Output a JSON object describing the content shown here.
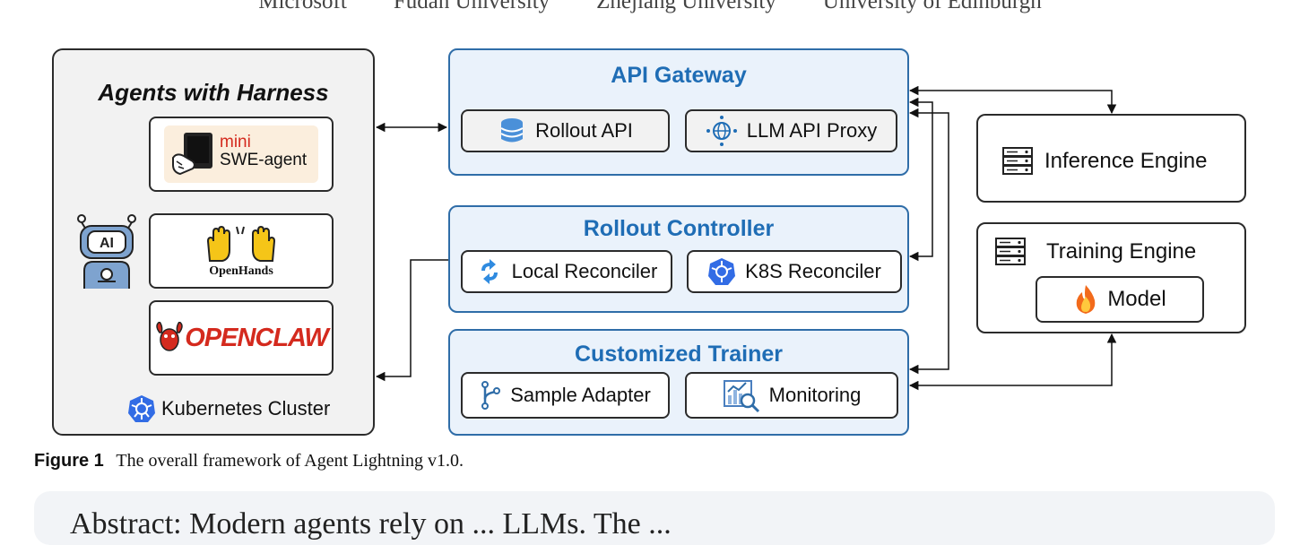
{
  "affiliations": [
    "Microsoft",
    "Fudan University",
    "Zhejiang University",
    "University of Edinburgh"
  ],
  "agents_panel": {
    "title": "Agents with Harness",
    "agents": [
      {
        "name_top": "mini",
        "name_bottom": "SWE-agent"
      },
      {
        "name": "OpenHands"
      },
      {
        "name": "OPENCLAW"
      }
    ],
    "robot_badge": "AI",
    "cluster_label": "Kubernetes Cluster"
  },
  "api_gateway": {
    "title": "API Gateway",
    "items": [
      "Rollout API",
      "LLM API Proxy"
    ]
  },
  "rollout_controller": {
    "title": "Rollout Controller",
    "items": [
      "Local Reconciler",
      "K8S Reconciler"
    ]
  },
  "customized_trainer": {
    "title": "Customized Trainer",
    "items": [
      "Sample Adapter",
      "Monitoring"
    ]
  },
  "inference_engine": {
    "label": "Inference Engine"
  },
  "training_engine": {
    "label": "Training Engine",
    "model_label": "Model"
  },
  "caption": {
    "figure_label": "Figure 1",
    "text": "The overall framework of Agent Lightning v1.0."
  },
  "abstract_preview": "Abstract: Modern agents rely on ... LLMs. The ...",
  "colors": {
    "accent_blue": "#1f6db5",
    "box_fill": "#eaf2fb",
    "border_blue": "#2f6da8",
    "openclaw_red": "#d42a1e"
  }
}
